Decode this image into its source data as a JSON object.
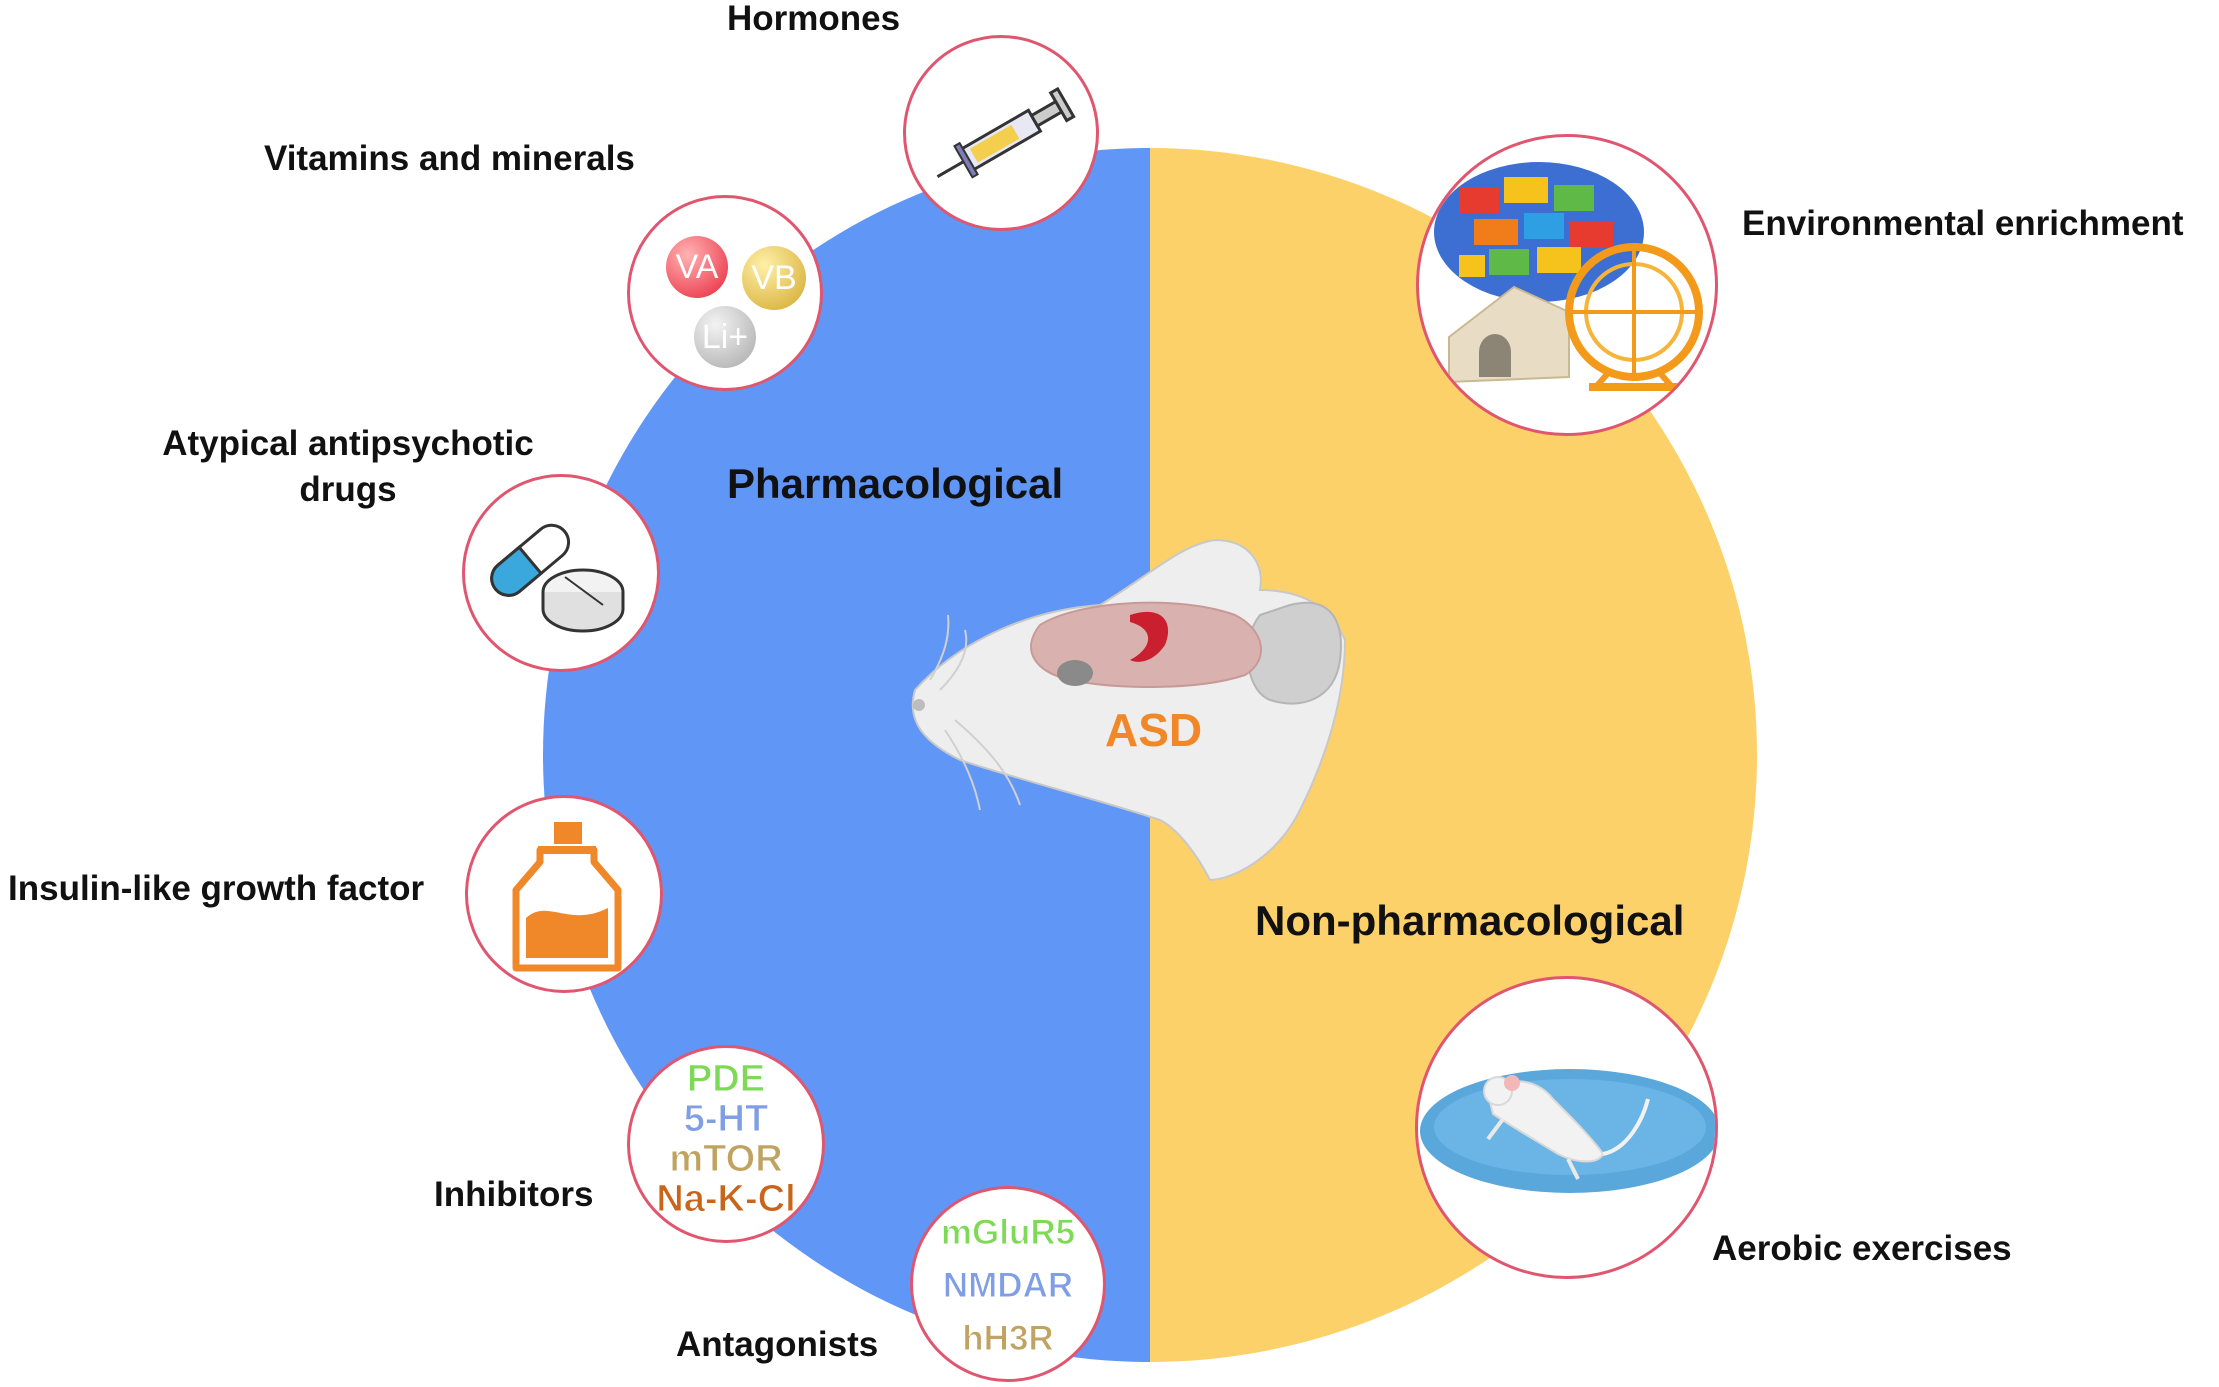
{
  "colors": {
    "pharmacological": "#6096f5",
    "non_pharmacological": "#fdd16a",
    "ring_border": "#e0566f",
    "asd_text": "#f0882a"
  },
  "center": {
    "pharmacological": "Pharmacological",
    "non_pharmacological": "Non-pharmacological",
    "asd": "ASD"
  },
  "labels": {
    "hormones": "Hormones",
    "vitamins": "Vitamins and minerals",
    "antipsychotic_line1": "Atypical antipsychotic",
    "antipsychotic_line2": "drugs",
    "insulin": "Insulin-like growth factor",
    "inhibitors": "Inhibitors",
    "antagonists": "Antagonists",
    "environmental": "Environmental enrichment",
    "aerobic": "Aerobic exercises"
  },
  "vitamin_chips": [
    "VA",
    "VB",
    "Li+"
  ],
  "inhibitor_items": [
    {
      "text": "PDE",
      "color": "#7ed957"
    },
    {
      "text": "5-HT",
      "color": "#7f9ee6"
    },
    {
      "text": "mTOR",
      "color": "#c0a360"
    },
    {
      "text": "Na-K-Cl",
      "color": "#c8651b"
    }
  ],
  "antagonist_items": [
    {
      "text": "mGluR5",
      "color": "#7ed957"
    },
    {
      "text": "NMDAR",
      "color": "#7f9ee6"
    },
    {
      "text": "hH3R",
      "color": "#c0a360"
    }
  ],
  "icons": {
    "hormones": "syringe-icon",
    "vitamins": "vitamin-pills-icon",
    "antipsychotic": "capsule-tablet-icon",
    "insulin": "medicine-bottle-icon",
    "environmental": "toy-blocks-wheel-icon",
    "aerobic": "swimming-mouse-icon",
    "center": "mouse-brain-icon"
  }
}
